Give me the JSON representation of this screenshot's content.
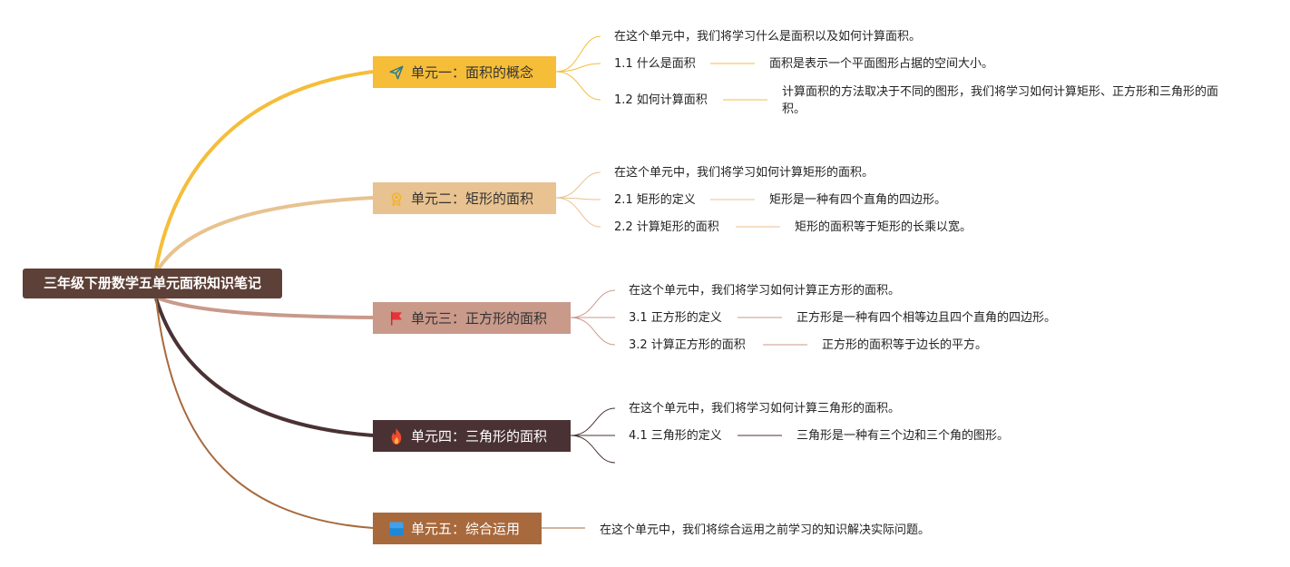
{
  "root": {
    "label": "三年级下册数学五单元面积知识笔记"
  },
  "units": [
    {
      "title": "单元一：面积的概念",
      "icon": "paper-plane-icon",
      "color": "#f6bd39",
      "text_color": "#333333",
      "intro": "在这个单元中，我们将学习什么是面积以及如何计算面积。",
      "items": [
        {
          "label": "1.1 什么是面积",
          "desc": "面积是表示一个平面图形占据的空间大小。"
        },
        {
          "label": "1.2 如何计算面积",
          "desc": "计算面积的方法取决于不同的图形，我们将学习如何计算矩形、正方形和三角形的面积。"
        }
      ]
    },
    {
      "title": "单元二：矩形的面积",
      "icon": "award-badge-icon",
      "color": "#e8c290",
      "text_color": "#333333",
      "intro": "在这个单元中，我们将学习如何计算矩形的面积。",
      "items": [
        {
          "label": "2.1 矩形的定义",
          "desc": "矩形是一种有四个直角的四边形。"
        },
        {
          "label": "2.2 计算矩形的面积",
          "desc": "矩形的面积等于矩形的长乘以宽。"
        }
      ]
    },
    {
      "title": "单元三：正方形的面积",
      "icon": "red-flag-icon",
      "color": "#c9998a",
      "text_color": "#333333",
      "intro": "在这个单元中，我们将学习如何计算正方形的面积。",
      "items": [
        {
          "label": "3.1 正方形的定义",
          "desc": "正方形是一种有四个相等边且四个直角的四边形。"
        },
        {
          "label": "3.2 计算正方形的面积",
          "desc": "正方形的面积等于边长的平方。"
        }
      ]
    },
    {
      "title": "单元四：三角形的面积",
      "icon": "flame-icon",
      "color": "#4a3234",
      "text_color": "#ffffff",
      "intro": "在这个单元中，我们将学习如何计算三角形的面积。",
      "items": [
        {
          "label": "4.1 三角形的定义",
          "desc": "三角形是一种有三个边和三个角的图形。"
        }
      ]
    },
    {
      "title": "单元五：综合运用",
      "icon": "blue-square-icon",
      "color": "#a8693c",
      "text_color": "#ffffff",
      "intro": "在这个单元中，我们将综合运用之前学习的知识解决实际问题。",
      "items": []
    }
  ]
}
